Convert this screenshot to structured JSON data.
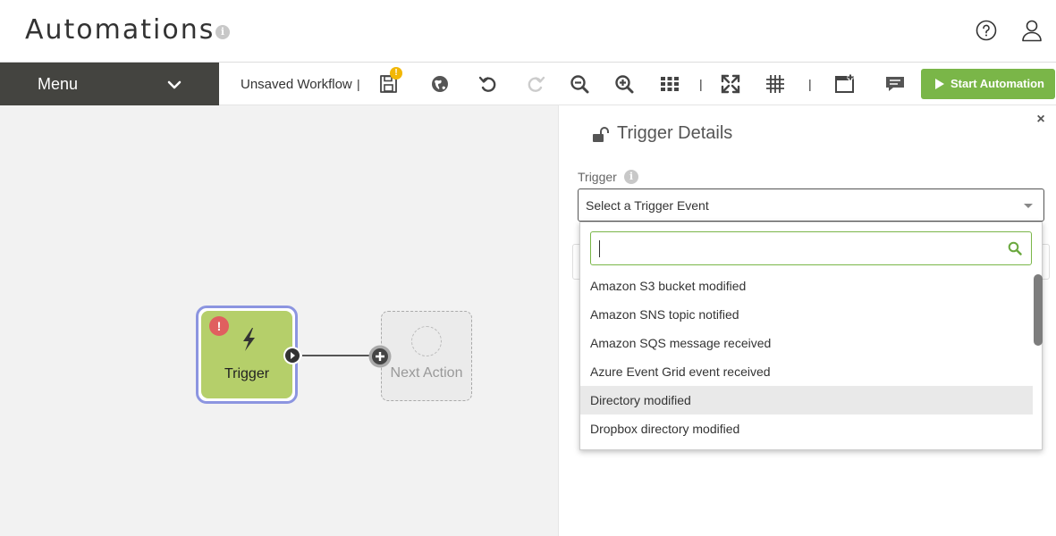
{
  "header": {
    "title": "Automations",
    "title_info_glyph": "i",
    "help_icon": "question-circle-icon",
    "user_icon": "user-icon"
  },
  "toolbar": {
    "menu_label": "Menu",
    "workflow_name": "Unsaved Workflow",
    "separator": "|",
    "save_badge": "!",
    "icons": [
      "save-icon",
      "globe-icon",
      "undo-icon",
      "redo-icon",
      "zoom-out-icon",
      "zoom-in-icon",
      "grid-icon",
      "fit-screen-icon",
      "layout-icon",
      "new-window-icon",
      "comment-icon"
    ],
    "start_label": "Start Automation"
  },
  "canvas": {
    "trigger_node": {
      "label": "Trigger",
      "error_glyph": "!",
      "state": "selected"
    },
    "next_node": {
      "label": "Next Action"
    }
  },
  "panel": {
    "close_glyph": "×",
    "title": "Trigger Details",
    "field_label": "Trigger",
    "field_info_glyph": "i",
    "select_value": "Select a Trigger Event",
    "search_value": "",
    "options": [
      "Amazon S3 bucket modified",
      "Amazon SNS topic notified",
      "Amazon SQS message received",
      "Azure Event Grid event received",
      "Directory modified",
      "Dropbox directory modified"
    ],
    "highlighted_option": "Directory modified"
  },
  "colors": {
    "accent_green": "#7ab648",
    "menu_bg": "#444440",
    "trigger_fill": "#b5cf6a",
    "trigger_border": "#8c95e0",
    "error_red": "#e05f5f",
    "warn_yellow": "#f2b705"
  }
}
